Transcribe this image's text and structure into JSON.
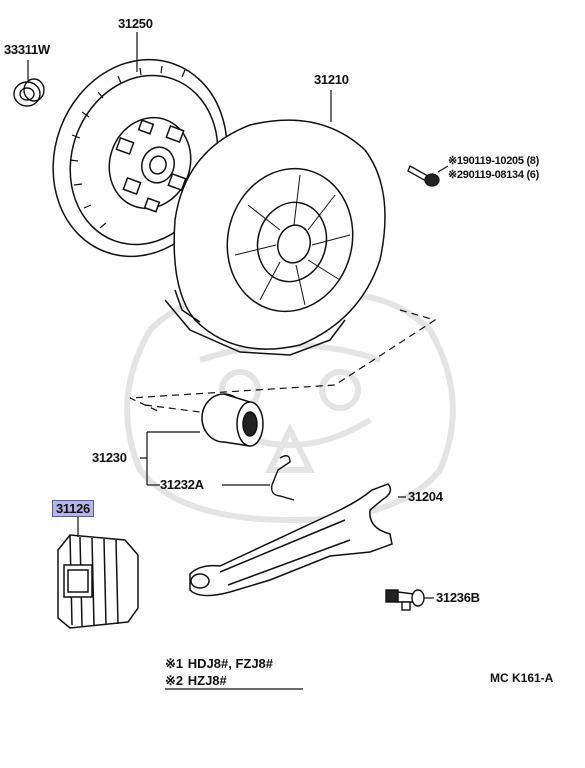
{
  "parts": {
    "p33311w": "33311W",
    "p31250": "31250",
    "p31210": "31210",
    "bolt1": "90119-10205 (8)",
    "bolt2": "90119-08134 (6)",
    "bolt1_mark": "※1",
    "bolt2_mark": "※2",
    "p31230": "31230",
    "p31232a": "31232A",
    "p31204": "31204",
    "p31126": "31126",
    "p31236b": "31236B"
  },
  "notes": {
    "n1_mark": "※1",
    "n1_text": "HDJ8#, FZJ8#",
    "n2_mark": "※2",
    "n2_text": "HZJ8#"
  },
  "code": "MC K161-A",
  "colors": {
    "highlight": "#b6b6e6",
    "line": "#111111",
    "watermark": "#e6e6e6"
  }
}
